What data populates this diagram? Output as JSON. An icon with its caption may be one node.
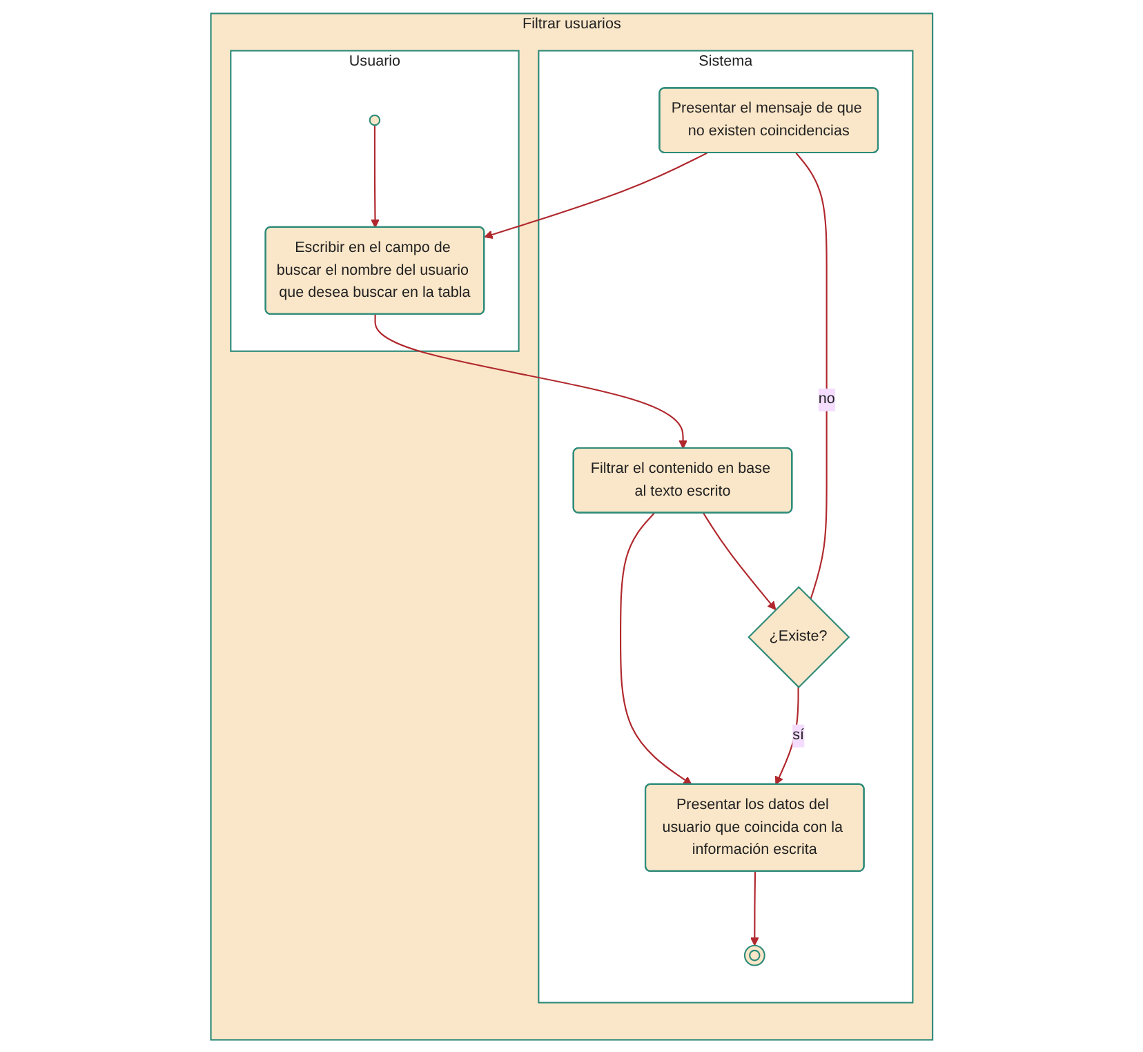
{
  "diagram": {
    "nodes": [
      {
        "text": [
          "Filtrar usuarios"
        ]
      },
      {
        "text": [
          "Usuario"
        ],
        "in": 0
      },
      {
        "text": [
          "Sistema"
        ],
        "in": 0
      },
      {
        "text": [],
        "shape": "circle",
        "in": 1
      },
      {
        "text": [
          "Escribir en el campo de buscar el nombre del usuario que desea buscar en la tabla"
        ],
        "in": 1
      },
      {
        "text": [
          "Presentar el mensaje de que no existen coincidencias"
        ],
        "in": 2
      },
      {
        "text": [
          "Filtrar el contenido en base al texto escrito"
        ],
        "in": 2
      },
      {
        "text": [
          "¿Existe?"
        ],
        "in": 2
      },
      {
        "text": [
          "Presentar los datos del usuario que coincida con la información escrita"
        ],
        "in": 2
      },
      {
        "text": [],
        "shape": "circle",
        "in": 2
      }
    ],
    "edges": [
      {
        "from": 3,
        "to": 4,
        "arrow": "to"
      },
      {
        "from": 5,
        "to": 4,
        "arrow": "to"
      },
      {
        "from": 4,
        "to": 6,
        "arrow": "to"
      },
      {
        "from": 6,
        "to": 7,
        "arrow": "to"
      },
      {
        "from": 7,
        "to": 5,
        "label": "no",
        "arrow": "none"
      },
      {
        "from": 6,
        "to": 8,
        "arrow": "to"
      },
      {
        "from": 7,
        "to": 8,
        "label": "sí",
        "arrow": "to"
      },
      {
        "from": 8,
        "to": 9,
        "arrow": "to"
      }
    ]
  }
}
